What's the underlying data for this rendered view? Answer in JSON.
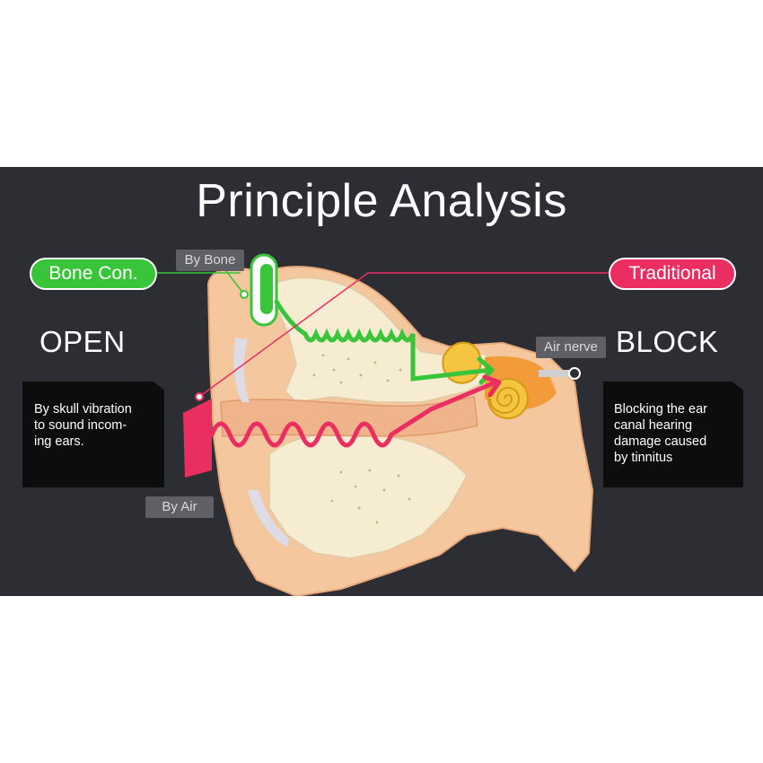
{
  "title": "Principle Analysis",
  "labels": {
    "bone_conduction": "Bone Con.",
    "traditional": "Traditional",
    "by_bone": "By Bone",
    "by_air": "By Air",
    "air_nerve": "Air nerve",
    "open": "OPEN",
    "block": "BLOCK"
  },
  "notes": {
    "open_description": [
      "By skull vibration",
      "to sound incom-",
      "ing ears."
    ],
    "block_description": [
      "Blocking the ear",
      "canal hearing",
      "damage caused",
      "by tinnitus"
    ]
  },
  "colors": {
    "background": "#2c2e33",
    "bone_green": "#39c53a",
    "traditional_pink": "#ea2e62",
    "skin": "#f4c79e",
    "bone_cream": "#f6ecd2",
    "cochlea_yellow": "#f5c542"
  },
  "icons": {
    "bone_device": "bone-conduction-headphone-icon",
    "air_device": "in-ear-speaker-icon"
  }
}
